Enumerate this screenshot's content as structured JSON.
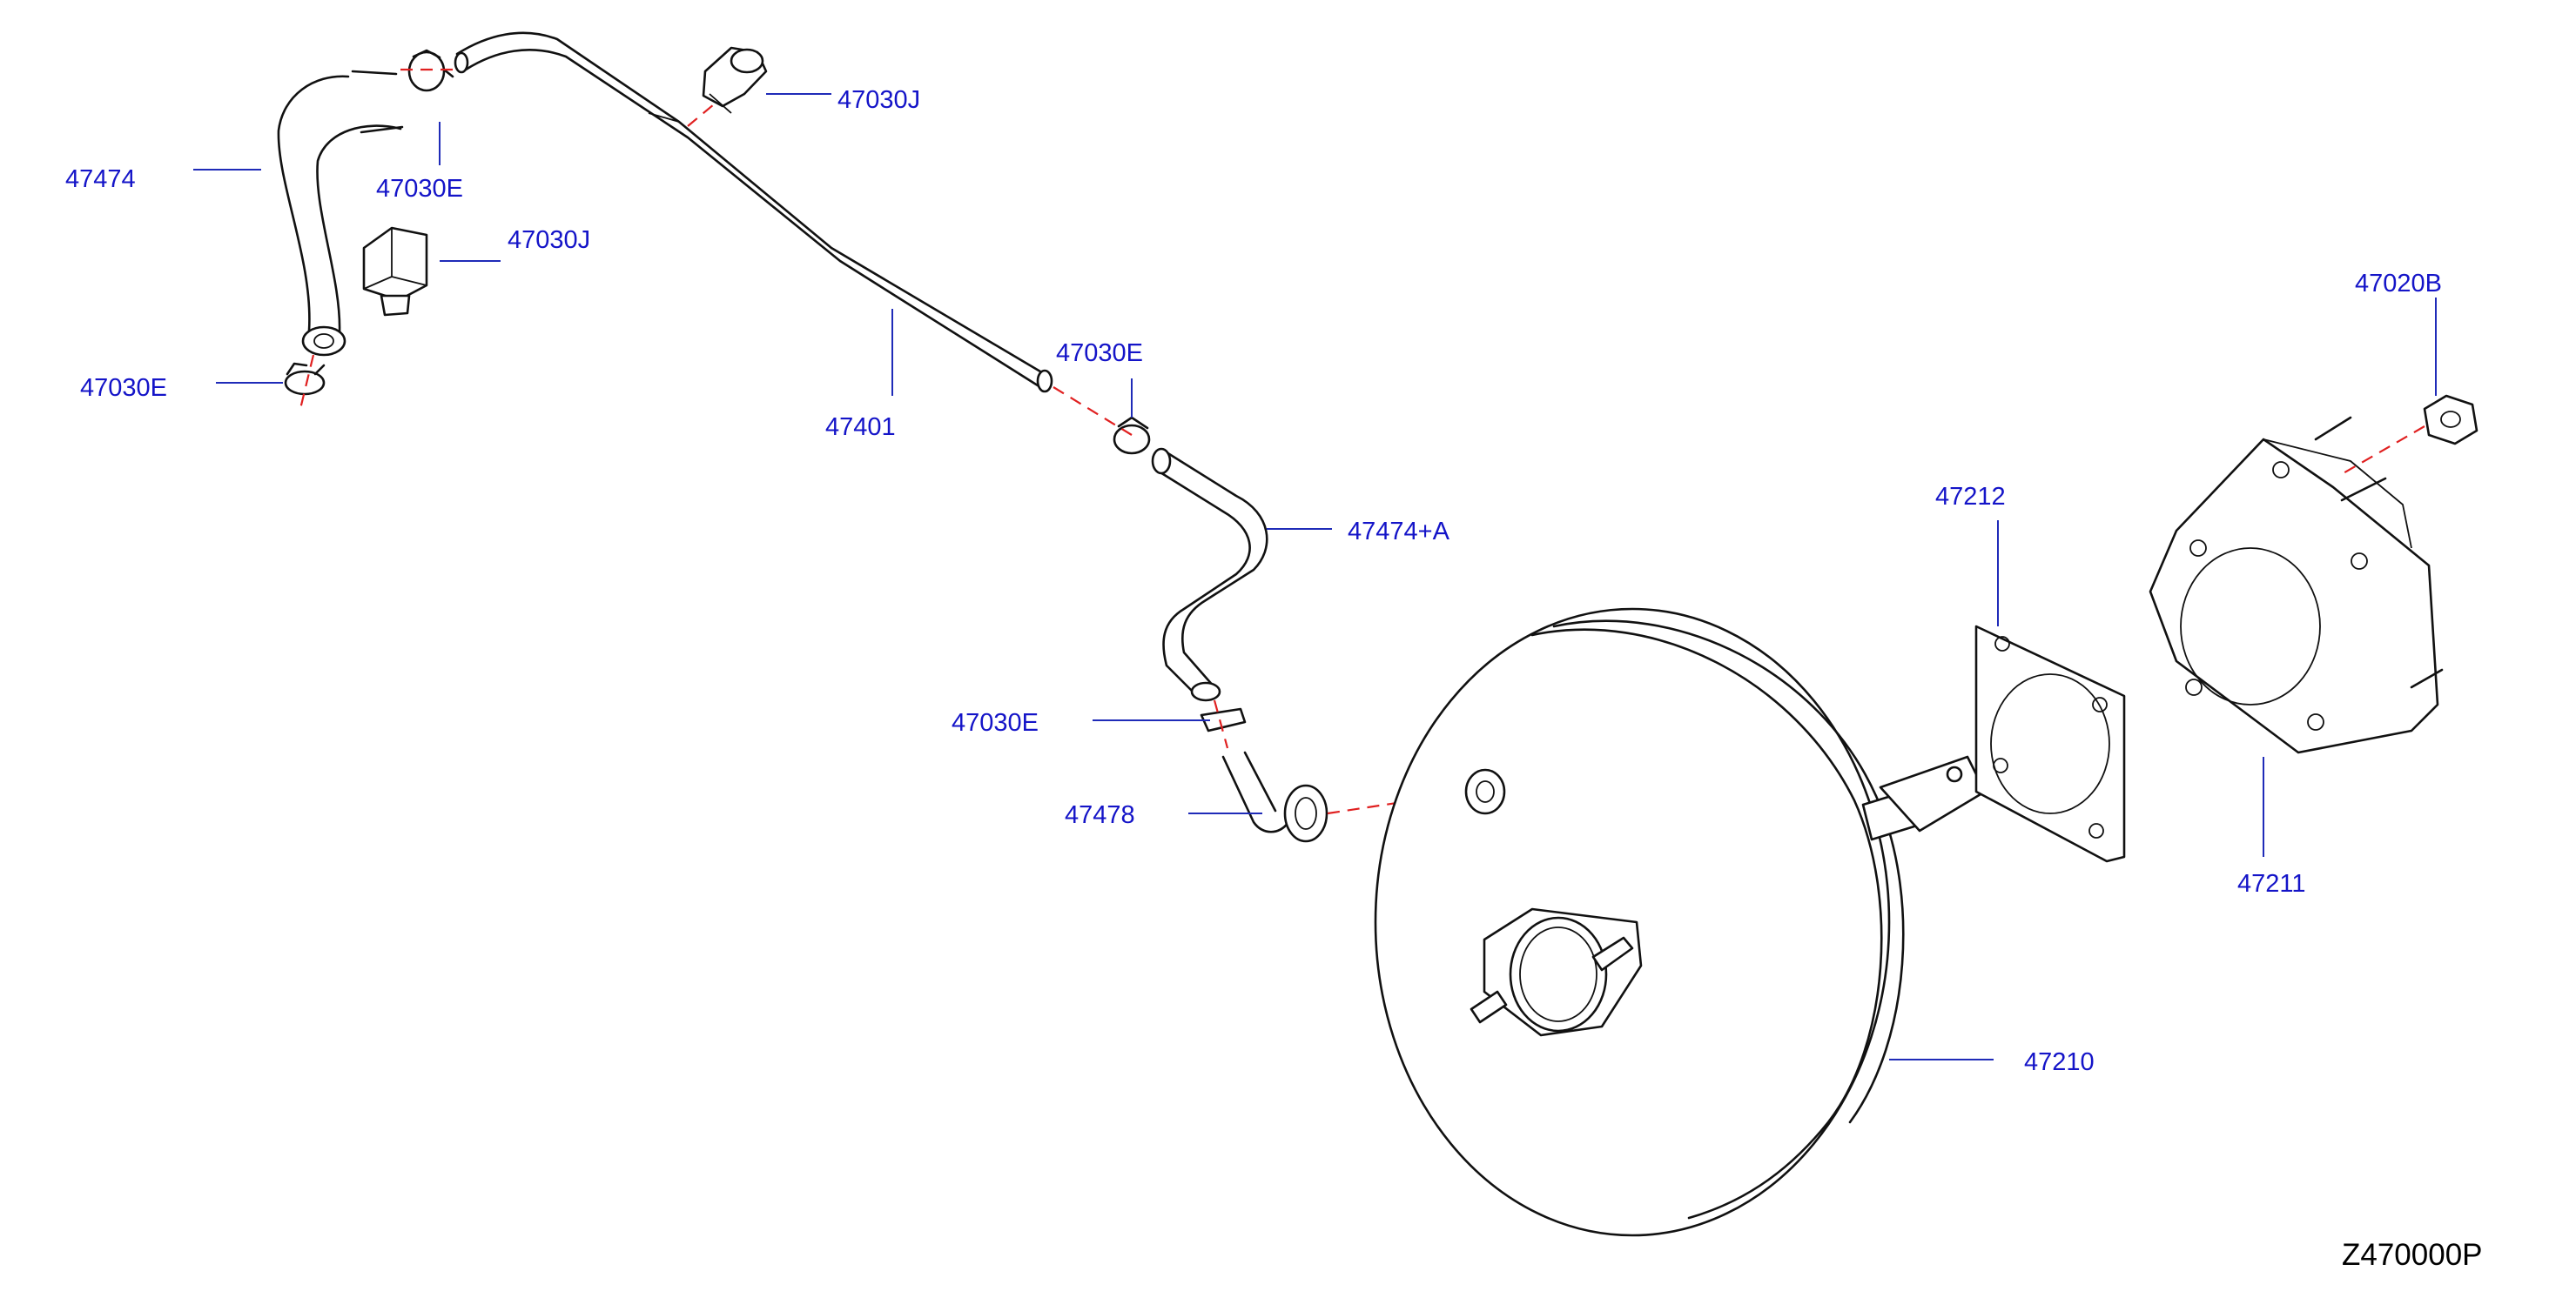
{
  "diagram": {
    "reference_code": "Z470000P",
    "callouts": {
      "hose_upper": "47474",
      "clamp_upper_a": "47030E",
      "connector_upper": "47030J",
      "clip_bracket": "47030J",
      "clamp_upper_b": "47030E",
      "tube": "47401",
      "clamp_mid": "47030E",
      "hose_lower": "47474+A",
      "clamp_lower": "47030E",
      "check_valve": "47478",
      "nut": "47020B",
      "gasket": "47212",
      "spacer_plate": "47211",
      "booster": "47210"
    }
  }
}
